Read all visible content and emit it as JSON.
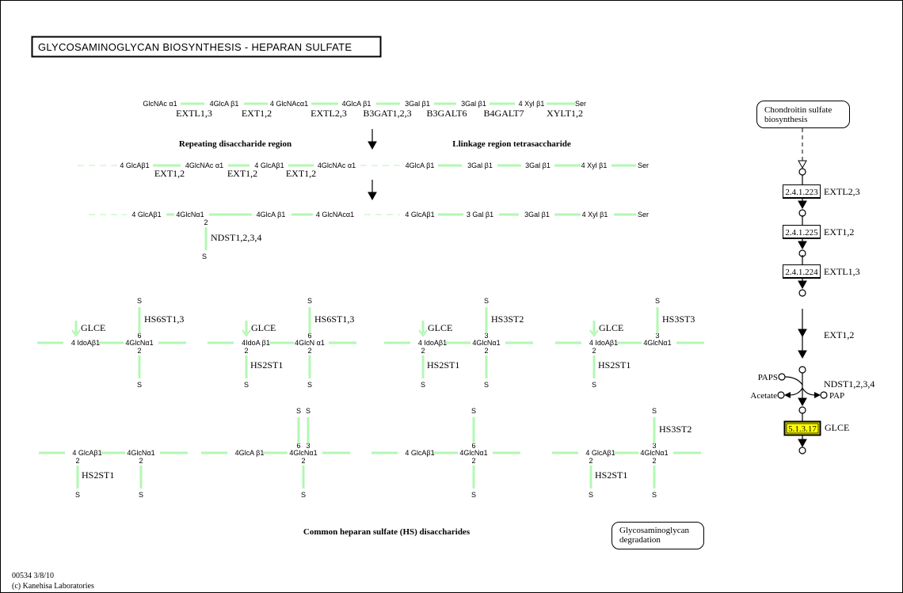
{
  "title": "GLYCOSAMINOGLYCAN BIOSYNTHESIS - HEPARAN SULFATE",
  "footer": {
    "map_id": "00534 3/8/10",
    "copyright": "(c) Kanehisa Laboratories"
  },
  "sections": {
    "repeating": "Repeating disaccharide region",
    "linkage": "Llinkage region tetrasaccharide",
    "common": "Common heparan sulfate (HS) disaccharides"
  },
  "sulfate_label": "S",
  "chain1": {
    "sugars": [
      "GlcNAc α1",
      "4GlcA β1",
      "4 GlcNAcα1",
      "4GlcA β1",
      "3Gal  β1",
      "3Gal β1",
      "4 Xyl  β1",
      "Ser"
    ],
    "enzymes": [
      "EXTL1,3",
      "EXT1,2",
      "EXTL2,3",
      "B3GAT1,2,3",
      "B3GALT6",
      "B4GALT7",
      "XYLT1,2"
    ]
  },
  "chain2": {
    "sugars": [
      "4 GlcAβ1",
      "4GlcNAc α1",
      "4 GlcAβ1",
      "4GlcNAc α1",
      "4GlcA β1",
      "3Gal  β1",
      "3Gal β1",
      "4 Xyl  β1",
      "Ser"
    ],
    "enzymes": [
      "EXT1,2",
      "EXT1,2",
      "EXT1,2"
    ]
  },
  "chain3": {
    "sugars": [
      "4 GlcAβ1",
      "4GlcNα1",
      "4GlcA β1",
      "4 GlcNAcα1",
      "4 GlcAβ1",
      "3 Gal β1",
      "3Gal β1",
      "4 Xyl β1",
      "Ser"
    ],
    "sulfation": {
      "position": "2",
      "enzyme": "NDST1,2,3,4"
    }
  },
  "disaccharides": [
    {
      "uronic": "4 IdoAβ1",
      "glcn": "4GlcNα1",
      "epimerase": "GLCE",
      "top": [
        {
          "pos": "6",
          "enzyme": "HS6ST1,3"
        }
      ],
      "uronic_sulf": null,
      "glcn_sulf": "2"
    },
    {
      "uronic": "4IdoA β1",
      "glcn": "4GlcN α1",
      "epimerase": "GLCE",
      "top": [
        {
          "pos": "6",
          "enzyme": "HS6ST1,3"
        }
      ],
      "uronic_sulf": {
        "pos": "2",
        "enzyme": "HS2ST1"
      },
      "glcn_sulf": "2"
    },
    {
      "uronic": "4 IdoAβ1",
      "glcn": "4GlcNα1",
      "epimerase": "GLCE",
      "top": [
        {
          "pos": "3",
          "enzyme": "HS3ST2"
        }
      ],
      "uronic_sulf": {
        "pos": "2",
        "enzyme": "HS2ST1"
      },
      "glcn_sulf": "2"
    },
    {
      "uronic": "4 IdoAβ1",
      "glcn": "4GlcNα1",
      "epimerase": "GLCE",
      "top": [
        {
          "pos": "3",
          "enzyme": "HS3ST3"
        }
      ],
      "uronic_sulf": {
        "pos": "2",
        "enzyme": "HS2ST1"
      },
      "glcn_sulf": null
    },
    {
      "uronic": "4 GlcAβ1",
      "glcn": "4GlcNα1",
      "epimerase": null,
      "top": [],
      "uronic_sulf": {
        "pos": "2",
        "enzyme": "HS2ST1"
      },
      "glcn_sulf": "2"
    },
    {
      "uronic": "4GlcA β1",
      "glcn": "4GlcNα1",
      "epimerase": null,
      "top": [
        {
          "pos": "6",
          "enzyme": null
        },
        {
          "pos": "3",
          "enzyme": null
        }
      ],
      "uronic_sulf": null,
      "glcn_sulf": "2"
    },
    {
      "uronic": "4 GlcAβ1",
      "glcn": "4GlcNα1",
      "epimerase": null,
      "top": [
        {
          "pos": "6",
          "enzyme": null
        }
      ],
      "uronic_sulf": null,
      "glcn_sulf": "2"
    },
    {
      "uronic": "4 GlcAβ1",
      "glcn": "4GlcNα1",
      "epimerase": null,
      "top": [
        {
          "pos": "3",
          "enzyme": "HS3ST2"
        }
      ],
      "uronic_sulf": {
        "pos": "2",
        "enzyme": "HS2ST1"
      },
      "glcn_sulf": "2"
    }
  ],
  "pathway": {
    "upstream_map": [
      "Chondroitin sulfate",
      "biosynthesis"
    ],
    "downstream_map": [
      "Glycosaminoglycan",
      "degradation"
    ],
    "steps": [
      {
        "ec": "2.4.1.223",
        "gene": "EXTL2,3",
        "highlighted": false
      },
      {
        "ec": "2.4.1.225",
        "gene": "EXT1,2",
        "highlighted": false
      },
      {
        "ec": "2.4.1.224",
        "gene": "EXTL1,3",
        "highlighted": false
      }
    ],
    "elongation_gene": "EXT1,2",
    "ndst": {
      "gene": "NDST1,2,3,4",
      "substrate": "PAPS",
      "products": [
        "Acetate",
        "PAP"
      ]
    },
    "epimerase": {
      "ec": "5.1.3.17",
      "gene": "GLCE",
      "highlighted": true
    }
  },
  "colors": {
    "bond": "#b3f7b3",
    "highlight": "#ffff00"
  }
}
